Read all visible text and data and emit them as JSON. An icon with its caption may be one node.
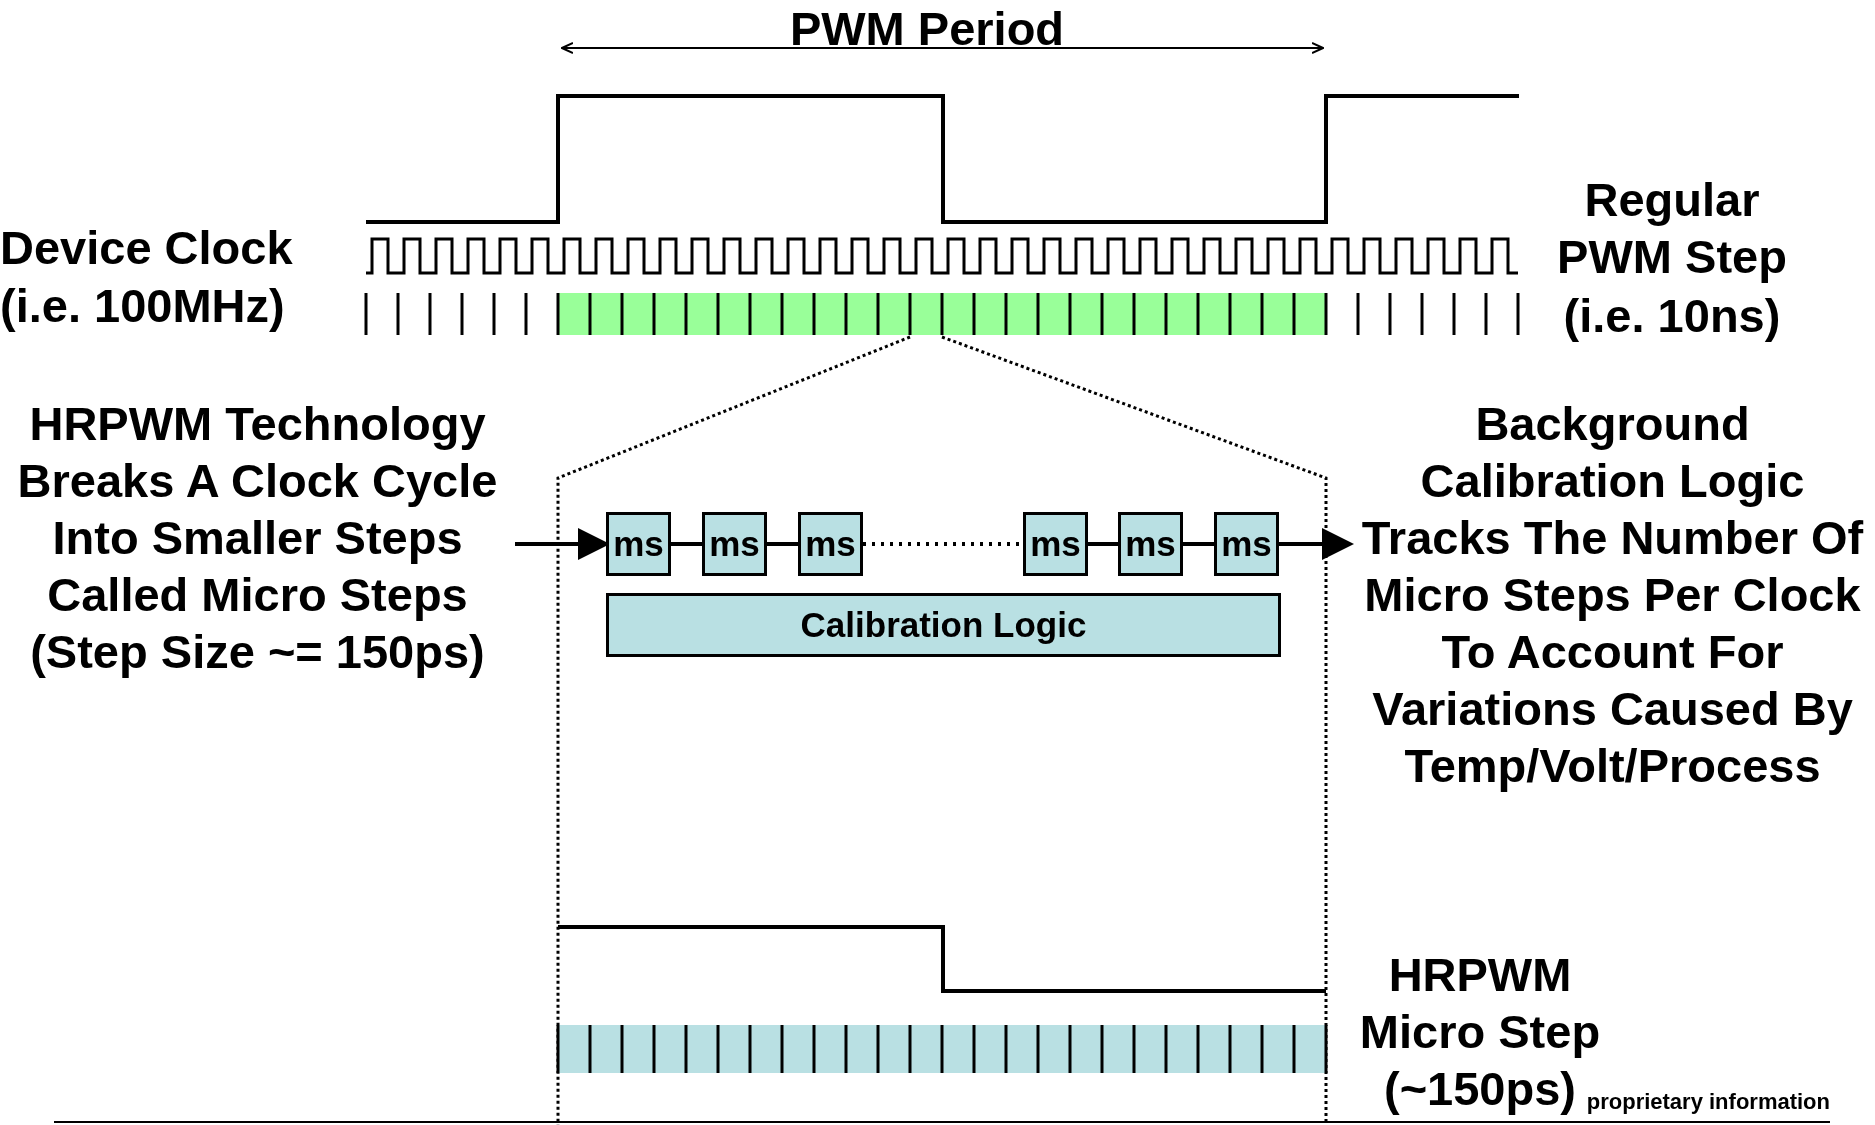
{
  "diagram": {
    "nodes": [
      {
        "text": [
          "HRPWM Technology Breaks A Clock Cycle Into Smaller Steps Called Micro Steps (Step Size ~= 150ps)"
        ]
      },
      {
        "text": [
          "ms"
        ]
      },
      {
        "text": [
          "ms"
        ]
      },
      {
        "text": [
          "ms"
        ]
      },
      {
        "text": [
          "ms"
        ]
      },
      {
        "text": [
          "ms"
        ]
      },
      {
        "text": [
          "ms"
        ]
      },
      {
        "text": [
          "Background Calibration Logic Tracks The Number Of Micro Steps Per Clock To Account For Variations Caused By Temp/Volt/Process"
        ]
      },
      {
        "text": [
          "Calibration Logic"
        ]
      }
    ],
    "edges": [
      {
        "from": 0,
        "to": 1,
        "arrow": "to"
      },
      {
        "from": 1,
        "to": 2,
        "arrow": "none"
      },
      {
        "from": 2,
        "to": 3,
        "arrow": "none"
      },
      {
        "from": 3,
        "to": 4,
        "arrow": "none",
        "style": "dashed"
      },
      {
        "from": 4,
        "to": 5,
        "arrow": "none"
      },
      {
        "from": 5,
        "to": 6,
        "arrow": "none"
      },
      {
        "from": 6,
        "to": 7,
        "arrow": "to"
      }
    ],
    "labels": [
      "PWM Period",
      "Regular PWM Step",
      "Device Clock",
      "(i.e. 100MHz)",
      "(i.e. 10ns)",
      "HRPWM Micro Step",
      "(~150ps)",
      "proprietary information"
    ]
  }
}
